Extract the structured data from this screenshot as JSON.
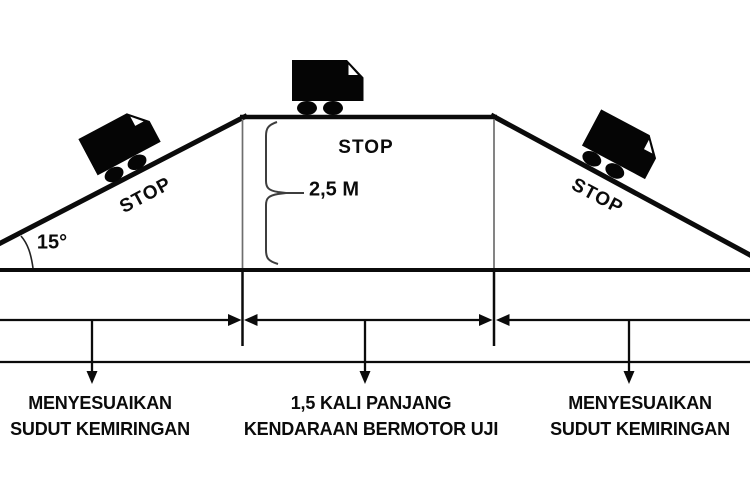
{
  "diagram": {
    "title_hidden": "",
    "colors": {
      "ink": "#0b0b0b",
      "thin_guide": "#6e6e6e",
      "brace": "#3d3d3d",
      "background": "#ffffff"
    },
    "angle_label": "15°",
    "height_label": "2,5 M",
    "trucks": [
      {
        "position": "left-slope",
        "stop_label": "STOP"
      },
      {
        "position": "plateau",
        "stop_label": "STOP"
      },
      {
        "position": "right-slope",
        "stop_label": "STOP"
      }
    ],
    "sections": [
      {
        "line1": "MENYESUAIKAN",
        "line2": "SUDUT KEMIRINGAN"
      },
      {
        "line1": "1,5 KALI PANJANG",
        "line2": "KENDARAAN BERMOTOR UJI"
      },
      {
        "line1": "MENYESUAIKAN",
        "line2": "SUDUT KEMIRINGAN"
      }
    ],
    "icons": {
      "truck": "truck-icon",
      "down_arrow": "down-arrow-icon",
      "dimension_arrows": "dimension-arrow-icons",
      "brace": "height-brace",
      "angle_arc": "angle-arc"
    }
  }
}
